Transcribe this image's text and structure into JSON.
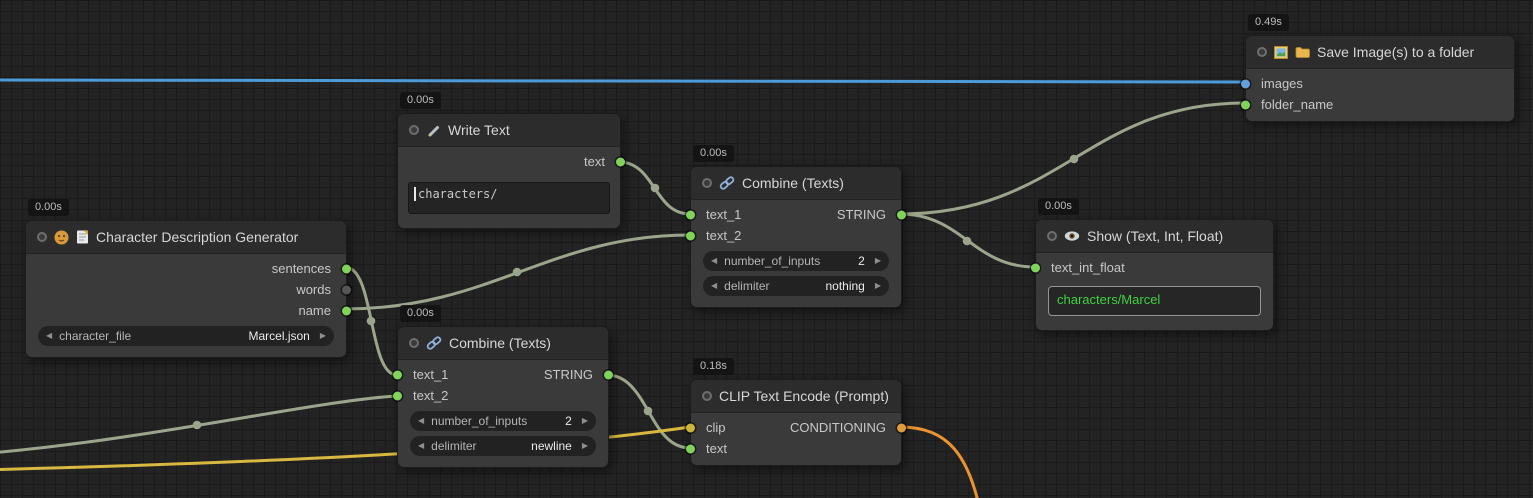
{
  "glyphs": {
    "arrow_left": "◀",
    "arrow_right": "▶"
  },
  "colors": {
    "link_string": "#9ba58c",
    "link_image": "#4c9ad8",
    "link_clip": "#d8b83e",
    "link_conditioning": "#ea9330",
    "port_green": "#7fd35b",
    "port_gray": "#565656",
    "port_blue": "#64a0d8",
    "port_yellow": "#cdb43f",
    "port_orange": "#e09b3d",
    "show_value_green": "#3fd13f"
  },
  "nodes": {
    "character_generator": {
      "badge": "0.00s",
      "title": "Character Description Generator",
      "outputs": [
        "sentences",
        "words",
        "name"
      ],
      "widgets": [
        {
          "label": "character_file",
          "value": "Marcel.json"
        }
      ]
    },
    "write_text": {
      "badge": "0.00s",
      "title": "Write Text",
      "output": "text",
      "text_value": "characters/"
    },
    "combine_texts_top": {
      "badge": "0.00s",
      "title": "Combine (Texts)",
      "inputs": [
        "text_1",
        "text_2"
      ],
      "output": "STRING",
      "widgets": [
        {
          "label": "number_of_inputs",
          "value": "2"
        },
        {
          "label": "delimiter",
          "value": "nothing"
        }
      ]
    },
    "combine_texts_bottom": {
      "badge": "0.00s",
      "title": "Combine (Texts)",
      "inputs": [
        "text_1",
        "text_2"
      ],
      "output": "STRING",
      "widgets": [
        {
          "label": "number_of_inputs",
          "value": "2"
        },
        {
          "label": "delimiter",
          "value": "newline"
        }
      ]
    },
    "show_text": {
      "badge": "0.00s",
      "title": "Show (Text, Int, Float)",
      "input": "text_int_float",
      "value": "characters/Marcel"
    },
    "save_image": {
      "badge": "0.49s",
      "title": "Save Image(s) to a folder",
      "inputs": [
        "images",
        "folder_name"
      ]
    },
    "clip_text_encode": {
      "badge": "0.18s",
      "title": "CLIP Text Encode (Prompt)",
      "inputs": [
        "clip",
        "text"
      ],
      "output": "CONDITIONING"
    }
  }
}
